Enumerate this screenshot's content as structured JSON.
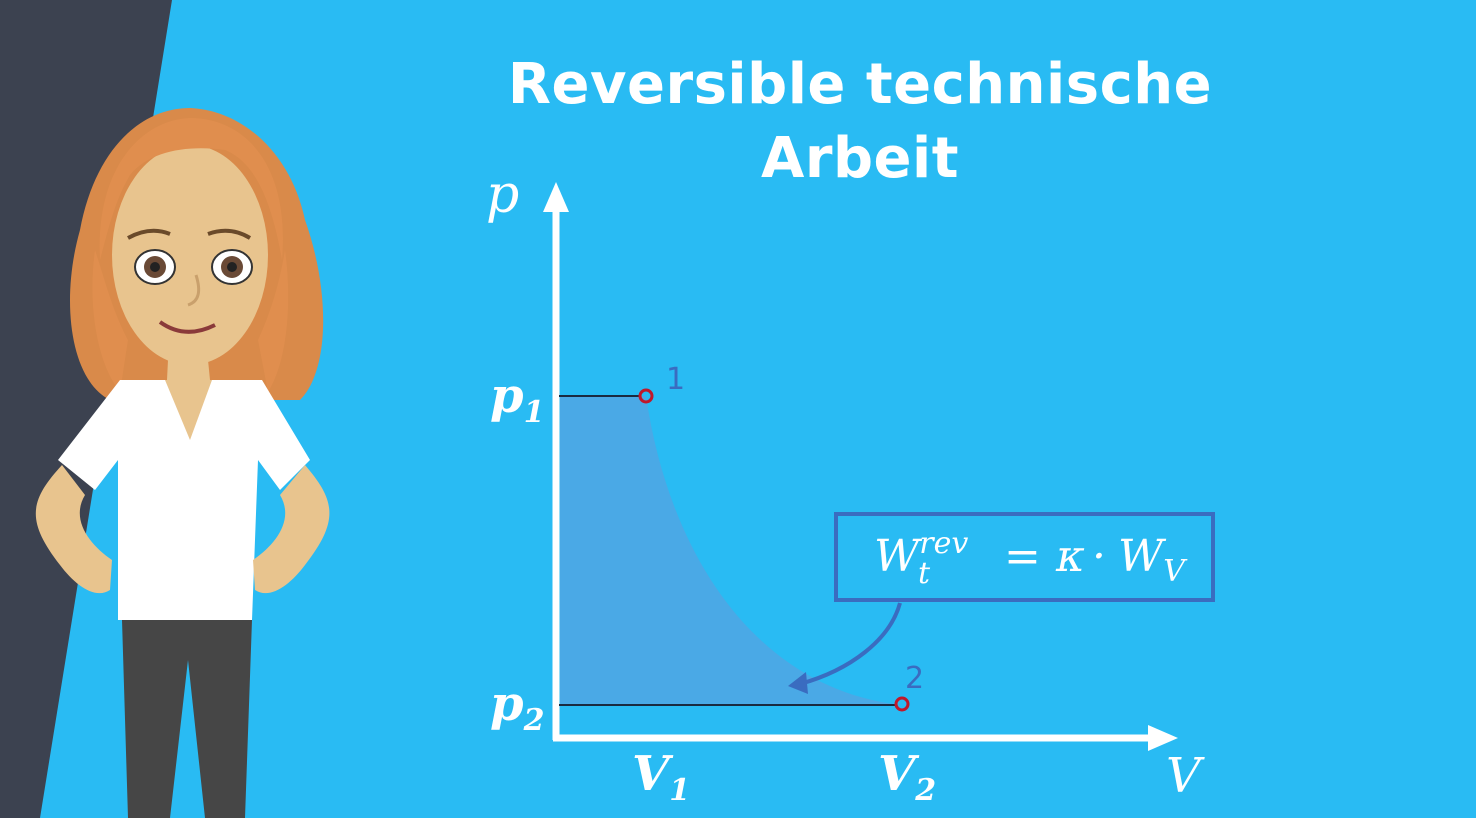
{
  "title": {
    "line1": "Reversible technische",
    "line2": "Arbeit"
  },
  "axes": {
    "y_label": "p",
    "x_label": "V"
  },
  "ticks": {
    "p1": {
      "base": "p",
      "sub": "1"
    },
    "p2": {
      "base": "p",
      "sub": "2"
    },
    "V1": {
      "base": "V",
      "sub": "1"
    },
    "V2": {
      "base": "V",
      "sub": "2"
    }
  },
  "points": {
    "point1": "1",
    "point2": "2"
  },
  "formula": {
    "W": "W",
    "sub_t": "t",
    "sup_rev": "rev",
    "equals": "=",
    "kappa": "κ",
    "dot": "·",
    "W2": "W",
    "sub_V": "V"
  },
  "colors": {
    "background": "#29bbf3",
    "panel": "#3c4250",
    "area": "#4aa9e6",
    "formula_border": "#3a6cc0",
    "point": "#c0182b",
    "axis": "#ffffff"
  }
}
